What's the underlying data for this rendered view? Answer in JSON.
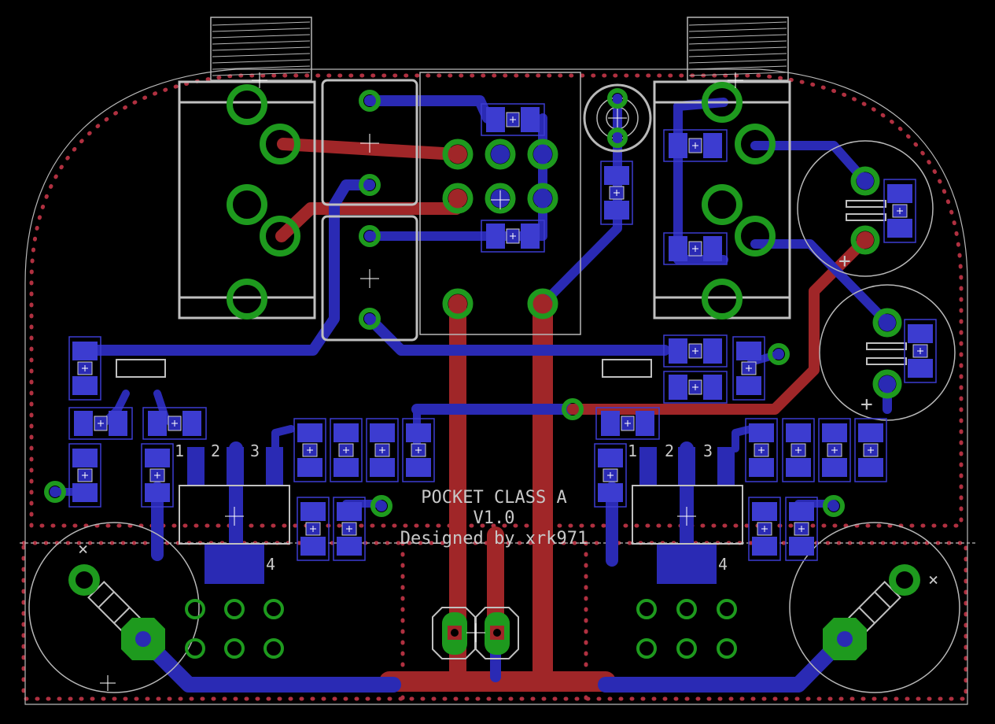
{
  "board": {
    "silkscreen_lines": [
      "POCKET CLASS A",
      "V1.0",
      "Designed by xrk971"
    ],
    "colors": {
      "background": "#000000",
      "bottom_copper": "#2a2ab4",
      "bottom_copper_light": "#3c3cd0",
      "top_copper": "#a02628",
      "pad_green": "#1e9a1e",
      "outline_grey": "#c8c8c8",
      "keepout_red": "#a0303c",
      "drill": "#000000"
    }
  },
  "pin_labels_left": [
    "1",
    "2",
    "3",
    "4"
  ],
  "pin_labels_right": [
    "1",
    "2",
    "3",
    "4"
  ],
  "pot_marks": [
    "×",
    "×"
  ],
  "cap_marks": [
    "+",
    "+"
  ],
  "component_icons": [
    "transistor-icon",
    "capacitor-icon",
    "potentiometer-icon",
    "led-icon",
    "resistor-icon",
    "jack-icon"
  ]
}
